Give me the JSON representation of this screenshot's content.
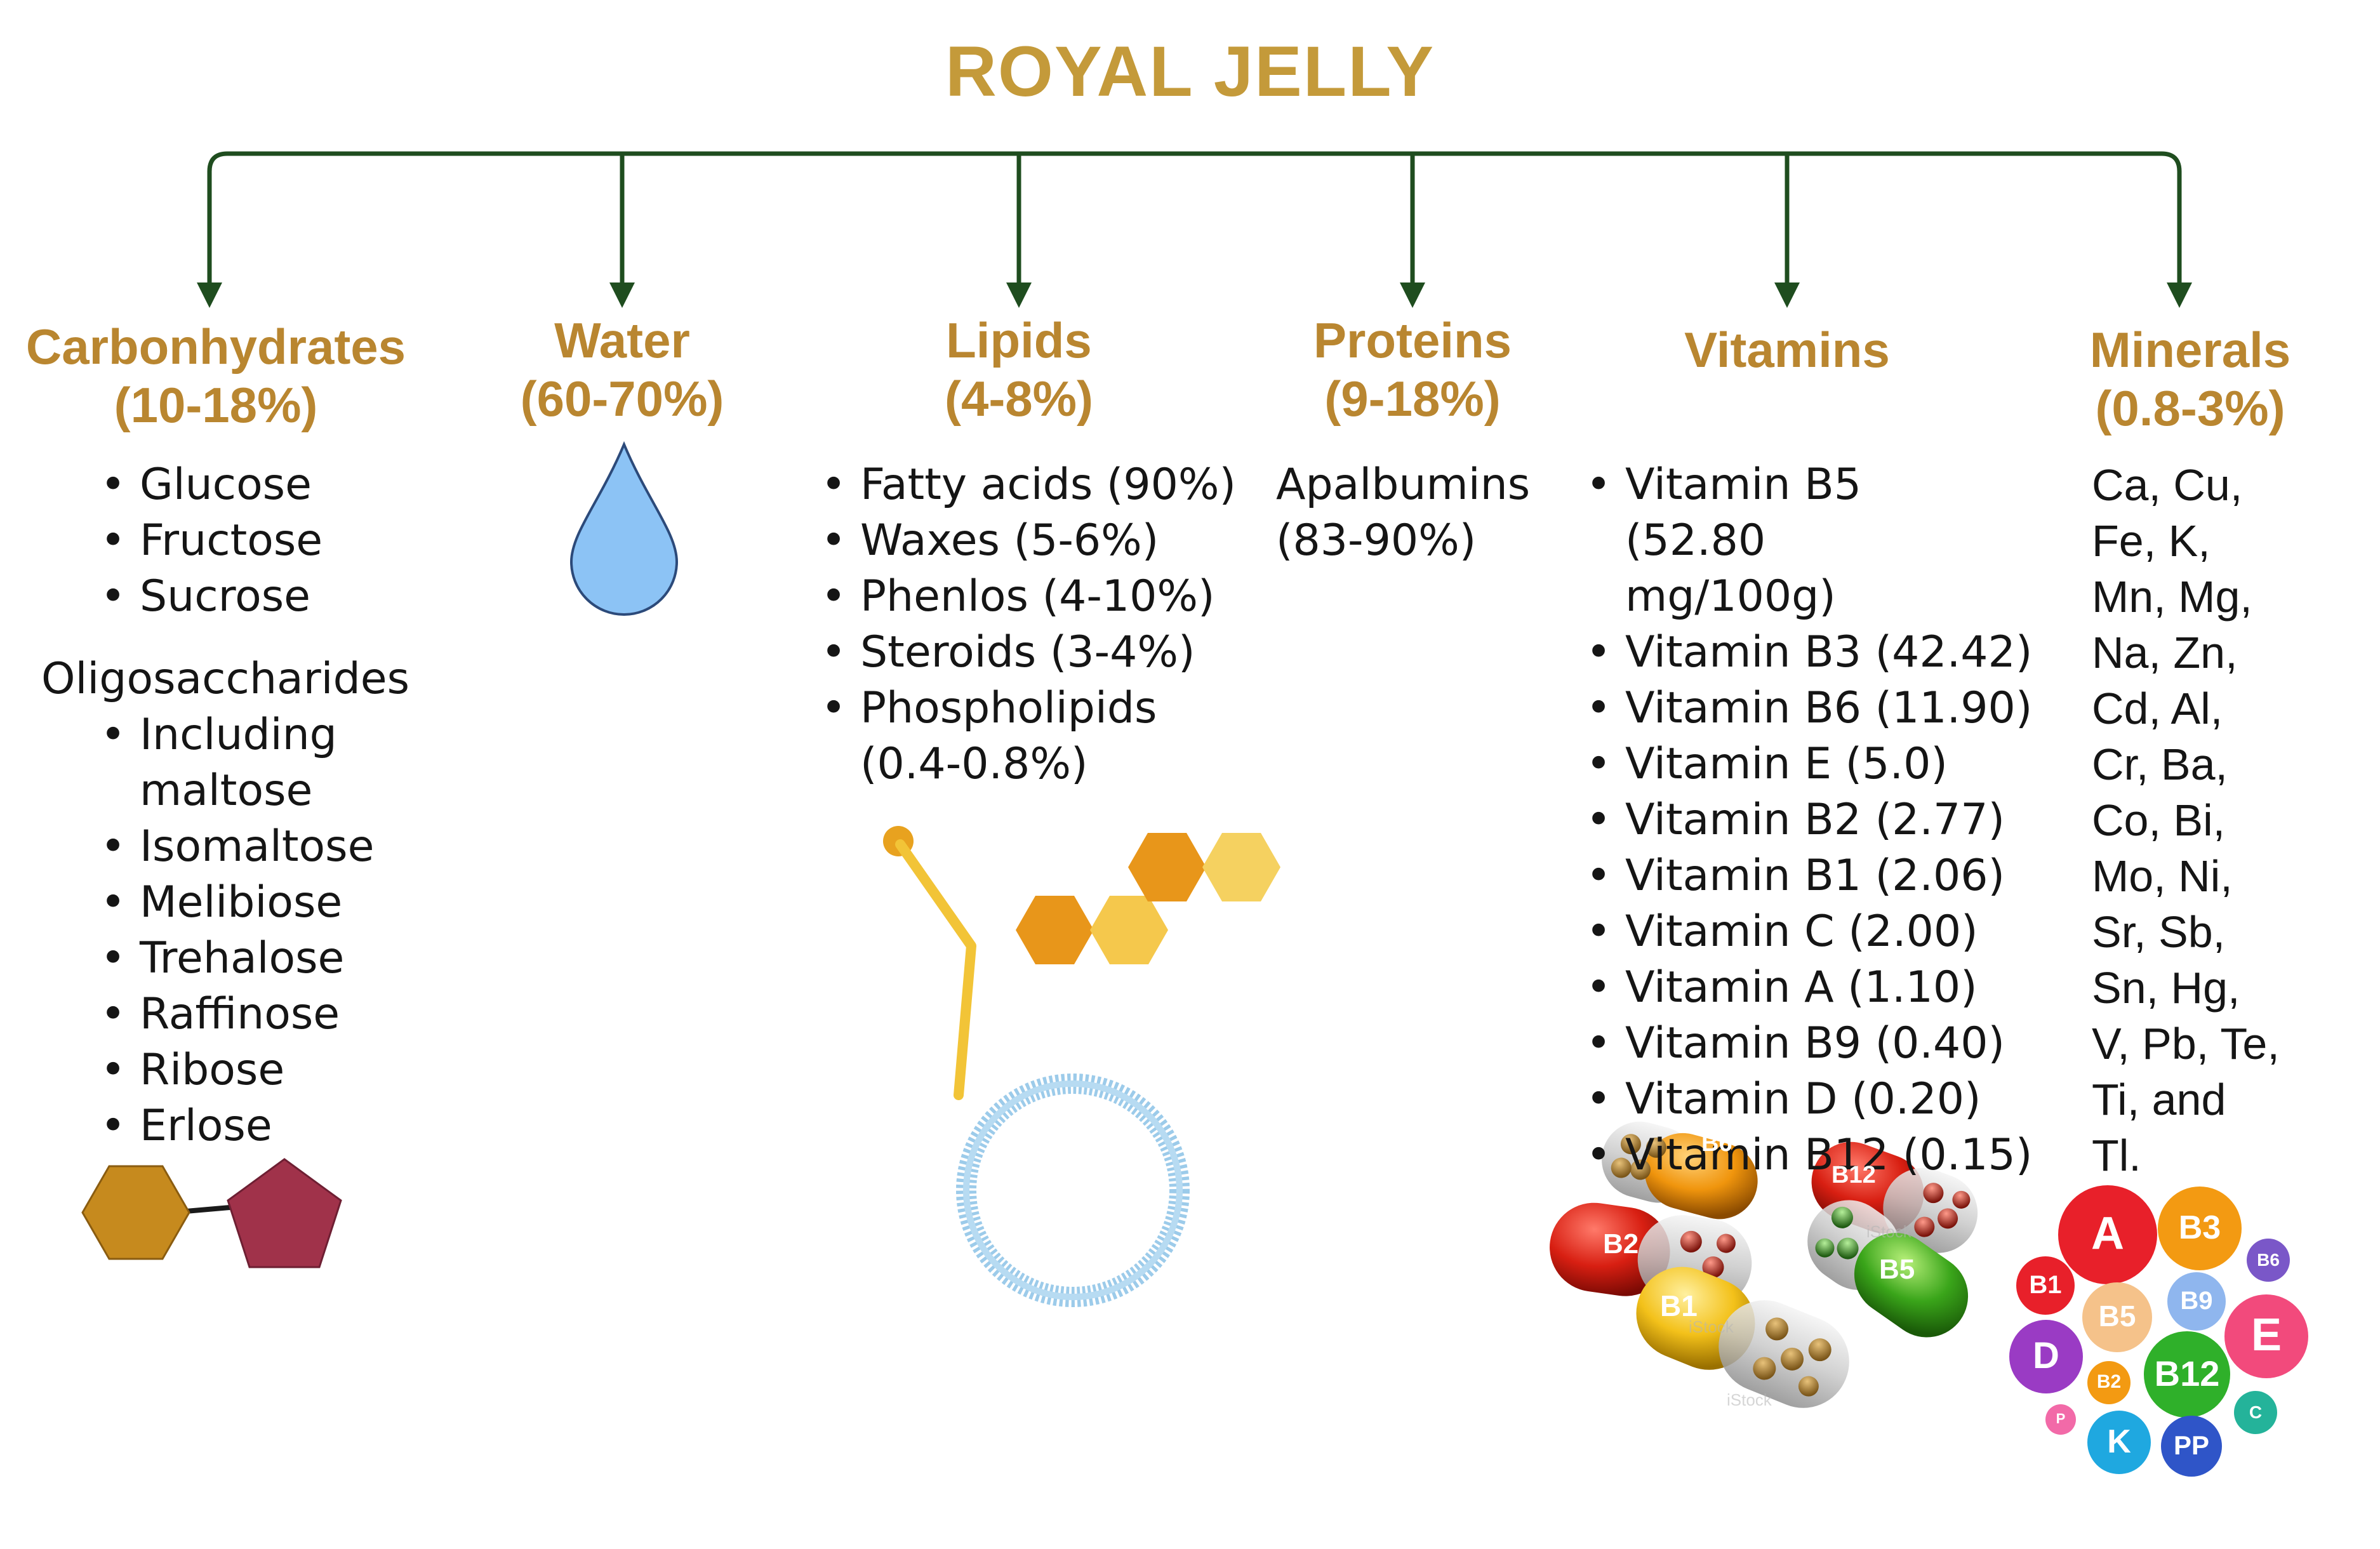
{
  "colors": {
    "heading": "#b98630",
    "arrow": "#1f4d1f",
    "text": "#151515",
    "hexagon_dark": "#e59a1c",
    "hexagon_light": "#f5c84c",
    "pentagon": "#a0324a",
    "water_drop": "#8cc3f5",
    "lipid_ring": "#a9d3ef"
  },
  "title": "ROYAL JELLY",
  "categories": [
    {
      "id": "carbohydrates",
      "name": "Carbonhydrates",
      "share": "(10-18%)"
    },
    {
      "id": "water",
      "name": "Water",
      "share": "(60-70%)"
    },
    {
      "id": "lipids",
      "name": "Lipids",
      "share": "(4-8%)"
    },
    {
      "id": "proteins",
      "name": "Proteins",
      "share": "(9-18%)"
    },
    {
      "id": "vitamins",
      "name": "Vitamins",
      "share": ""
    },
    {
      "id": "minerals",
      "name": "Minerals",
      "share": "(0.8-3%)"
    }
  ],
  "carbohydrates": {
    "sugars": [
      "Glucose",
      "Fructose",
      "Sucrose"
    ],
    "oligosaccharides_label": "Oligosaccharides",
    "oligosaccharides": [
      "Including maltose",
      "Isomaltose",
      "Melibiose",
      "Trehalose",
      "Raffinose",
      "Ribose",
      "Erlose"
    ]
  },
  "lipids": [
    "Fatty acids (90%)",
    "Waxes (5-6%)",
    "Phenlos (4-10%)",
    "Steroids (3-4%)",
    "Phospholipids (0.4-0.8%)"
  ],
  "proteins": "Apalbumins (83-90%)",
  "vitamins": [
    "Vitamin B5 (52.80 mg/100g)",
    "Vitamin B3 (42.42)",
    "Vitamin B6 (11.90)",
    "Vitamin E (5.0)",
    "Vitamin B2 (2.77)",
    "Vitamin B1 (2.06)",
    "Vitamin C (2.00)",
    "Vitamin A (1.10)",
    "Vitamin B9 (0.40)",
    "Vitamin D (0.20)",
    "Vitamin B12 (0.15)"
  ],
  "minerals": "Ca, Cu, Fe, K, Mn, Mg, Na, Zn, Cd, Al, Cr, Ba, Co, Bi, Mo, Ni, Sr, Sb, Sn, Hg, V, Pb, Te, Ti, and Tl.",
  "capsule_labels": [
    "B6",
    "B12",
    "B2",
    "B5",
    "B1"
  ],
  "vitamin_bubbles": [
    "A",
    "B3",
    "B6",
    "B1",
    "B5",
    "B9",
    "E",
    "D",
    "B2",
    "B12",
    "C",
    "P",
    "K",
    "PP"
  ],
  "watermark": "iStock"
}
